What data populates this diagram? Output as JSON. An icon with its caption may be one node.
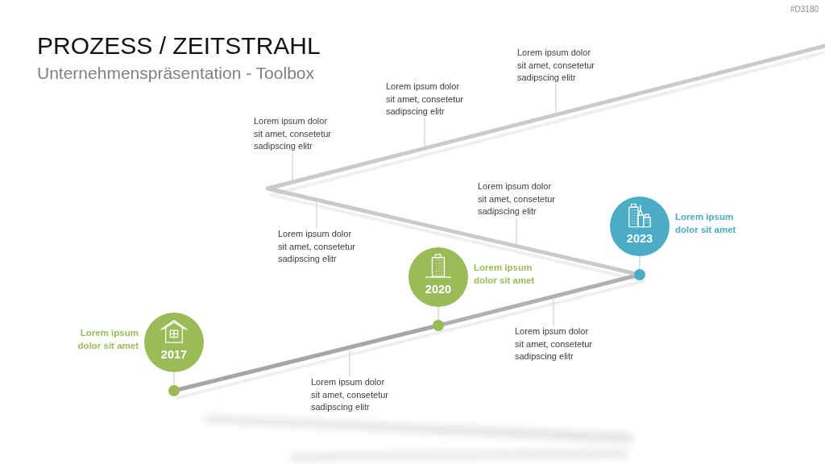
{
  "diagram": {
    "title": "PROZESS / ZEITSTRAHL",
    "nodes": [
      {
        "text": [
          "2017"
        ],
        "beside": [
          "Lorem ipsum dolor sit amet"
        ]
      },
      {
        "text": [],
        "shape": "circle"
      },
      {
        "text": [
          "Lorem ipsum dolor sit amet, consetetur sadipscing elitr"
        ]
      },
      {
        "text": [
          "2020"
        ],
        "beside": [
          "Lorem ipsum dolor sit amet"
        ]
      },
      {
        "text": [],
        "shape": "circle"
      },
      {
        "text": [
          "Lorem ipsum dolor sit amet, consetetur sadipscing elitr"
        ]
      },
      {
        "text": [
          "2023"
        ],
        "beside": [
          "Lorem ipsum dolor sit amet"
        ]
      },
      {
        "text": [],
        "shape": "circle"
      },
      {
        "text": [
          "Lorem ipsum dolor sit amet, consetetur sadipscing elitr"
        ]
      },
      {
        "text": [
          "Lorem ipsum dolor sit amet, consetetur sadipscing elitr"
        ]
      },
      {
        "text": [
          "Lorem ipsum dolor sit amet, consetetur sadipscing elitr"
        ]
      },
      {
        "text": [
          "Lorem ipsum dolor sit amet, consetetur sadipscing elitr"
        ]
      },
      {
        "text": [
          "Lorem ipsum dolor sit amet, consetetur sadipscing elitr"
        ]
      }
    ],
    "edges": [
      {
        "from": 0,
        "to": 1,
        "arrow": "none"
      },
      {
        "from": 1,
        "to": 4,
        "arrow": "none",
        "style": "thick",
        "color": "#a6a6a6"
      },
      {
        "from": 2,
        "to": null,
        "arrow": "none"
      },
      {
        "from": 3,
        "to": 4,
        "arrow": "none"
      },
      {
        "from": 4,
        "to": 7,
        "arrow": "none",
        "style": "thick",
        "color": "#b0b0b0"
      },
      {
        "from": 5,
        "to": null,
        "arrow": "none"
      },
      {
        "from": 6,
        "to": 7,
        "arrow": "none"
      },
      {
        "from": 7,
        "to": null,
        "arrow": "none",
        "style": "thick",
        "color": "#cacaca"
      },
      {
        "from": 8,
        "to": null,
        "arrow": "none"
      },
      {
        "from": 9,
        "to": null,
        "arrow": "none"
      },
      {
        "from": 10,
        "to": null,
        "arrow": "none"
      },
      {
        "from": 11,
        "to": null,
        "arrow": "none"
      },
      {
        "from": 12,
        "to": null,
        "arrow": "none"
      }
    ],
    "labels": [
      "#D3180",
      "Unternehmenspräsentation - Toolbox"
    ]
  }
}
